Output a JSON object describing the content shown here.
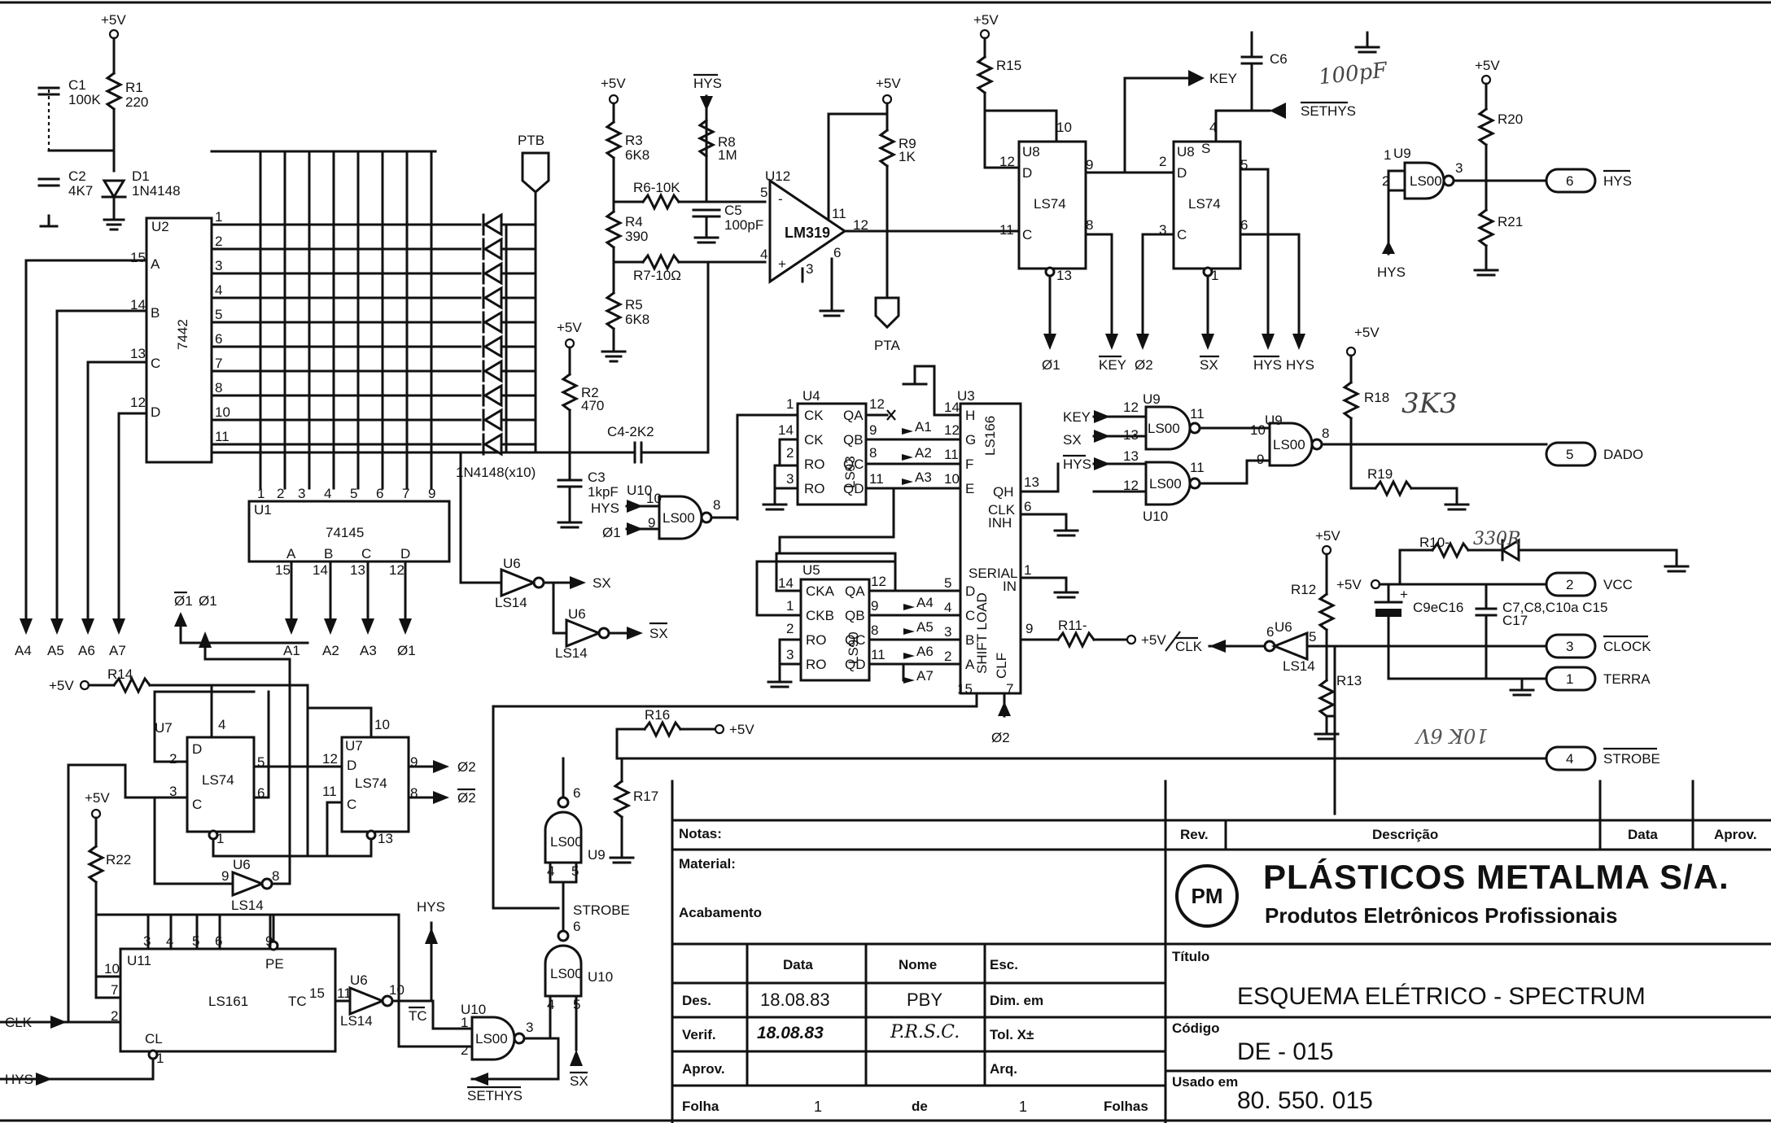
{
  "title_block": {
    "notes_label": "Notas:",
    "material_label": "Material:",
    "finish_label": "Acabamento",
    "col_data": "Data",
    "col_nome": "Nome",
    "col_esc": "Esc.",
    "des_label": "Des.",
    "des_date": "18.08.83",
    "des_name": "PBY",
    "dim_label": "Dim. em",
    "verif_label": "Verif.",
    "verif_date": "18.08.83",
    "verif_name": "P.R.S.C.",
    "tol_label": "Tol. X±",
    "aprov_label": "Aprov.",
    "arq_label": "Arq.",
    "folha_label": "Folha",
    "folha_num": "1",
    "de_label": "de",
    "folha_total": "1",
    "folhas_label": "Folhas",
    "rev_label": "Rev.",
    "descricao_label": "Descrição",
    "data_label": "Data",
    "aprov_col_label": "Aprov.",
    "company_logo": "PM",
    "company_name": "PLÁSTICOS METALMA S/A.",
    "company_sub": "Produtos Eletrônicos Profissionais",
    "titulo_label": "Título",
    "titulo_value": "ESQUEMA ELÉTRICO - SPECTRUM",
    "codigo_label": "Código",
    "codigo_value": "DE - 015",
    "usado_label": "Usado em",
    "usado_value": "80. 550. 015"
  },
  "connectors": [
    {
      "num": "6",
      "label": "HYS"
    },
    {
      "num": "5",
      "label": "DADO"
    },
    {
      "num": "2",
      "label": "VCC"
    },
    {
      "num": "3",
      "label": "CLOCK"
    },
    {
      "num": "1",
      "label": "TERRA"
    },
    {
      "num": "4",
      "label": "STROBE"
    }
  ],
  "chips": {
    "u2": {
      "ref": "U2",
      "type": "7442"
    },
    "u1": {
      "ref": "U1",
      "type": "74145"
    },
    "u12": {
      "ref": "U12",
      "type": "LM319"
    },
    "u8a": {
      "ref": "U8",
      "type": "LS74"
    },
    "u8b": {
      "ref": "U8",
      "type": "LS74"
    },
    "u4": {
      "ref": "U4",
      "type": "LS93"
    },
    "u5": {
      "ref": "U5",
      "type": "LS90"
    },
    "u3": {
      "ref": "U3",
      "type": "LS166"
    },
    "u7a": {
      "ref": "U7",
      "type": "LS74"
    },
    "u7b": {
      "ref": "U7",
      "type": "LS74"
    },
    "u11": {
      "ref": "U11",
      "type": "LS161"
    }
  },
  "components": {
    "r1": "R1\n220",
    "c1": "C1\n100K",
    "c2": "C2\n4K7",
    "d1": "D1\n1N4148",
    "r3": "R3\n6K8",
    "r4": "R4\n390",
    "r5": "R5\n6K8",
    "r6": "R6-10K",
    "r7": "R7-10Ω",
    "r8": "R8\n1M",
    "c5": "C5\n100pF",
    "r9": "R9\n1K",
    "r15": "R15",
    "c6": "C6",
    "r2": "R2\n470",
    "c3": "C3\n1kpF",
    "c4": "C4-2K2",
    "diodes": "1N4148(x10)",
    "r20": "R20",
    "r21": "R21",
    "r18": "R18",
    "r19": "R19",
    "r10": "R10-",
    "r12": "R12",
    "r13": "R13",
    "r11": "R11-",
    "r14": "R14",
    "r16": "R16",
    "r17": "R17",
    "r22": "R22",
    "c9": "C9eC16",
    "c7": "C7,C8,C10a C15\nC17"
  },
  "net_labels": {
    "vcc": "+5V",
    "hys": "HYS",
    "key": "KEY",
    "sethys": "SETHYS",
    "sx": "SX",
    "ptb": "PTB",
    "pta": "PTA",
    "phi1": "Ø1",
    "phi2": "Ø2",
    "strobe": "STROBE",
    "clk": "CLK",
    "tc": "TC"
  },
  "handwritten": {
    "c6_value": "100pF",
    "r18_value": "3K3",
    "r10_value": "330R",
    "misc": "10K 6V"
  }
}
